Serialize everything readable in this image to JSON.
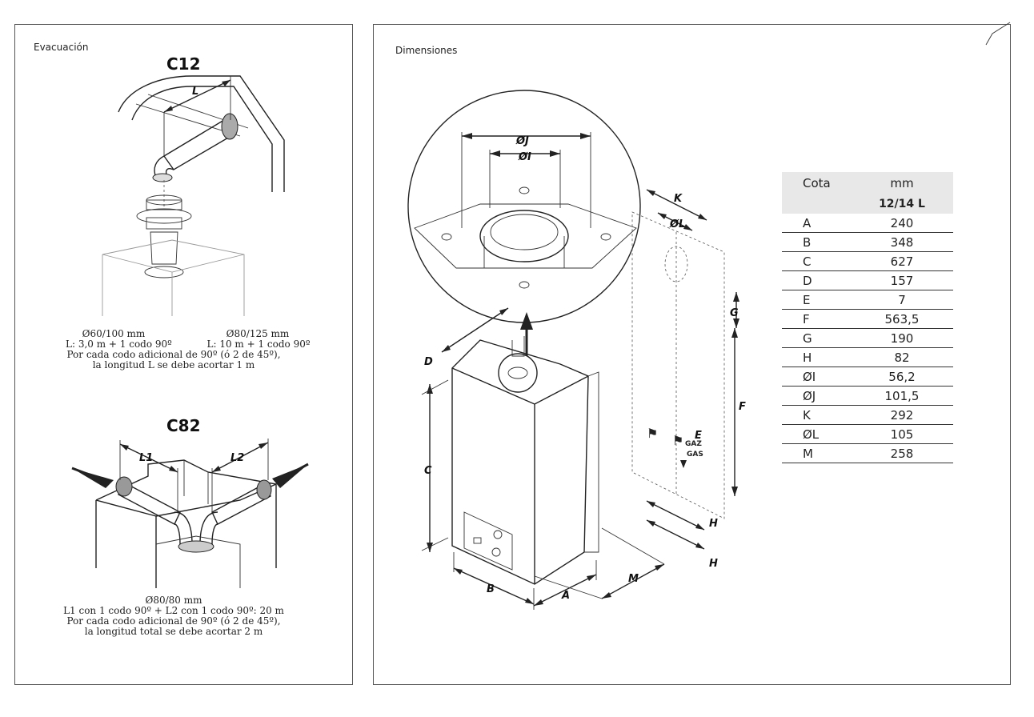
{
  "left_panel": {
    "title": "Evacuación",
    "c12": {
      "heading": "C12",
      "caption_left_line1": "Ø60/100 mm",
      "caption_left_line2": "L: 3,0 m + 1 codo 90º",
      "caption_right_line1": "Ø80/125 mm",
      "caption_right_line2": "L: 10 m + 1 codo 90º",
      "caption_line3": "Por cada codo adicional de 90º (ó 2 de 45º),",
      "caption_line4": "la longitud L se debe acortar 1 m",
      "label_l": "L"
    },
    "c82": {
      "heading": "C82",
      "caption_line1": "Ø80/80 mm",
      "caption_line2": "L1 con 1 codo 90º + L2 con 1 codo 90º: 20 m",
      "caption_line3": "Por cada codo adicional de 90º (ó 2 de 45º),",
      "caption_line4": "la longitud total se debe acortar 2 m",
      "label_l1": "L1",
      "label_l2": "L2"
    }
  },
  "right_panel": {
    "title": "Dimensiones",
    "diagram_labels": {
      "a": "A",
      "b": "B",
      "c": "C",
      "d": "D",
      "e": "E",
      "f": "F",
      "g": "G",
      "h1": "H",
      "h2": "H",
      "oi": "ØI",
      "oj": "ØJ",
      "k": "K",
      "ol": "ØL",
      "m": "M",
      "gaz": "GAZ",
      "gas": "GAS"
    },
    "table": {
      "header_col1": "Cota",
      "header_col2": "mm",
      "header_sub": "12/14 L",
      "rows": [
        {
          "cota": "A",
          "mm": "240"
        },
        {
          "cota": "B",
          "mm": "348"
        },
        {
          "cota": "C",
          "mm": "627"
        },
        {
          "cota": "D",
          "mm": "157"
        },
        {
          "cota": "E",
          "mm": "7"
        },
        {
          "cota": "F",
          "mm": "563,5"
        },
        {
          "cota": "G",
          "mm": "190"
        },
        {
          "cota": "H",
          "mm": "82"
        },
        {
          "cota": "ØI",
          "mm": "56,2"
        },
        {
          "cota": "ØJ",
          "mm": "101,5"
        },
        {
          "cota": "K",
          "mm": "292"
        },
        {
          "cota": "ØL",
          "mm": "105"
        },
        {
          "cota": "M",
          "mm": "258"
        }
      ]
    }
  }
}
